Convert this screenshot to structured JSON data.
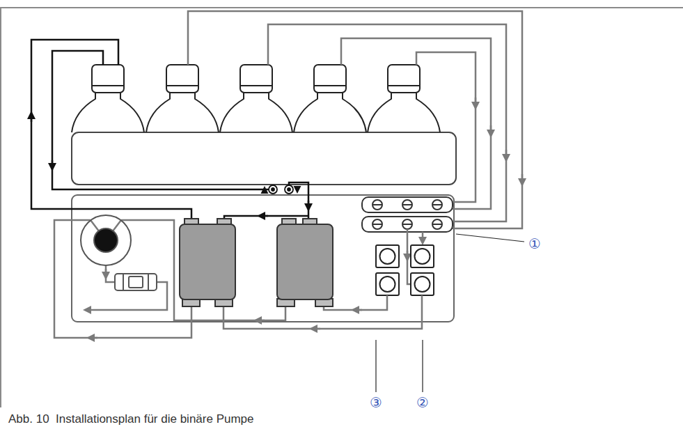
{
  "diagram": {
    "caption": "Abb. 10  Installationsplan für die binäre Pumpe",
    "labels": [
      "①",
      "③",
      "②"
    ]
  }
}
